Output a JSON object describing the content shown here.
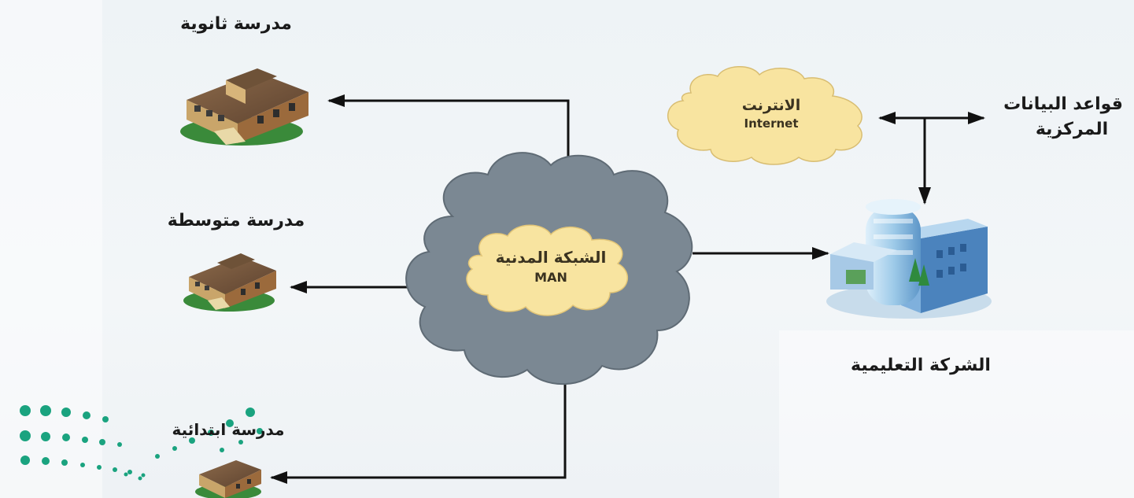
{
  "nodes": {
    "secondary_school": {
      "label": "مدرسة ثانوية",
      "icon": "school-building-icon"
    },
    "middle_school": {
      "label": "مدرسة متوسطة",
      "icon": "school-building-icon"
    },
    "primary_school": {
      "label": "مدرسة ابتدائية",
      "icon": "school-building-icon"
    },
    "man_network": {
      "label_ar": "الشبكة المدنية",
      "label_en": "MAN",
      "icon": "network-cloud-icon"
    },
    "internet": {
      "label_ar": "الانترنت",
      "label_en": "Internet",
      "icon": "internet-cloud-icon"
    },
    "central_databases": {
      "label_line1": "قواعد البيانات",
      "label_line2": "المركزية"
    },
    "education_company": {
      "label": "الشركة التعليمية",
      "icon": "office-building-icon"
    }
  },
  "colors": {
    "man_outer_cloud": "#7b8893",
    "inner_cloud": "#f8e4a0",
    "arrow": "#111111",
    "logo_dots": "#1aa37f"
  }
}
